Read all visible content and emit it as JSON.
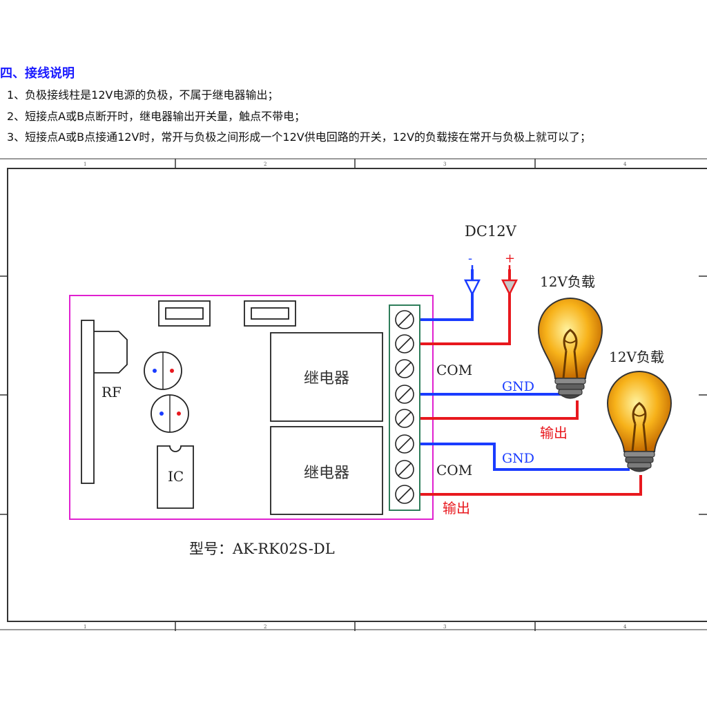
{
  "section": {
    "heading": "四、接线说明",
    "notes": [
      "1、负极接线柱是12V电源的负极，不属于继电器输出；",
      "2、短接点A或B点断开时，继电器输出开关量，触点不带电；",
      "3、短接点A或B点接通12V时，常开与负极之间形成一个12V供电回路的开关，12V的负载接在常开与负极上就可以了；"
    ]
  },
  "diagram": {
    "frame_numbers": [
      "1",
      "2",
      "3",
      "4"
    ],
    "power": {
      "label": "DC12V",
      "minus": "-",
      "plus": "+"
    },
    "board": {
      "rf": "RF",
      "ic": "IC",
      "relay_1": "继电器",
      "relay_2": "继电器",
      "model": "型号：AK-RK02S-DL"
    },
    "wires": {
      "com_1": "COM",
      "gnd_1": "GND",
      "out_1": "输出",
      "com_2": "COM",
      "gnd_2": "GND",
      "out_2": "输出"
    },
    "loads": {
      "load_1": "12V负载",
      "load_2": "12V负载"
    },
    "colors": {
      "wire_neg": "#1a3cff",
      "wire_pos": "#e8181e",
      "board": "#e020d0",
      "terminal": "#2e7d5a",
      "heading": "#1a1aff"
    }
  }
}
